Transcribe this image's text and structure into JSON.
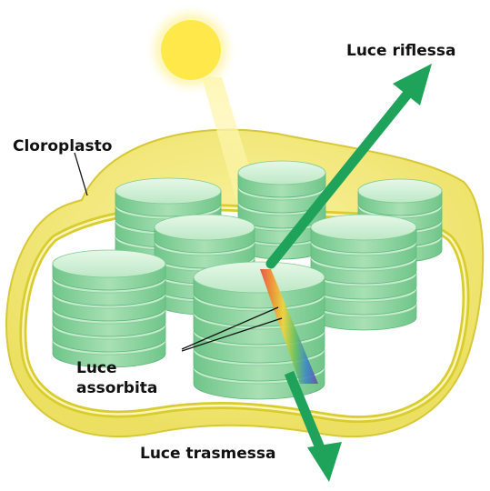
{
  "labels": {
    "chloroplast": "Cloroplasto",
    "reflected": "Luce riflessa",
    "absorbed_line1": "Luce",
    "absorbed_line2": "assorbita",
    "transmitted": "Luce trasmessa"
  },
  "colors": {
    "sun": "#ffe94a",
    "sun_glow": "#fff9c8",
    "outer_membrane": "#f1e67a",
    "inner_stroke": "#d9cc2e",
    "stroma": "#ffffff",
    "thylakoid_top": "#d4f0d8",
    "thylakoid_side": "#84cf98",
    "arrow": "#1fa35a",
    "spectrum": [
      "#e8463a",
      "#f28c2a",
      "#f3d33a",
      "#6cc25a",
      "#3a86c8",
      "#6a4aa8"
    ]
  }
}
